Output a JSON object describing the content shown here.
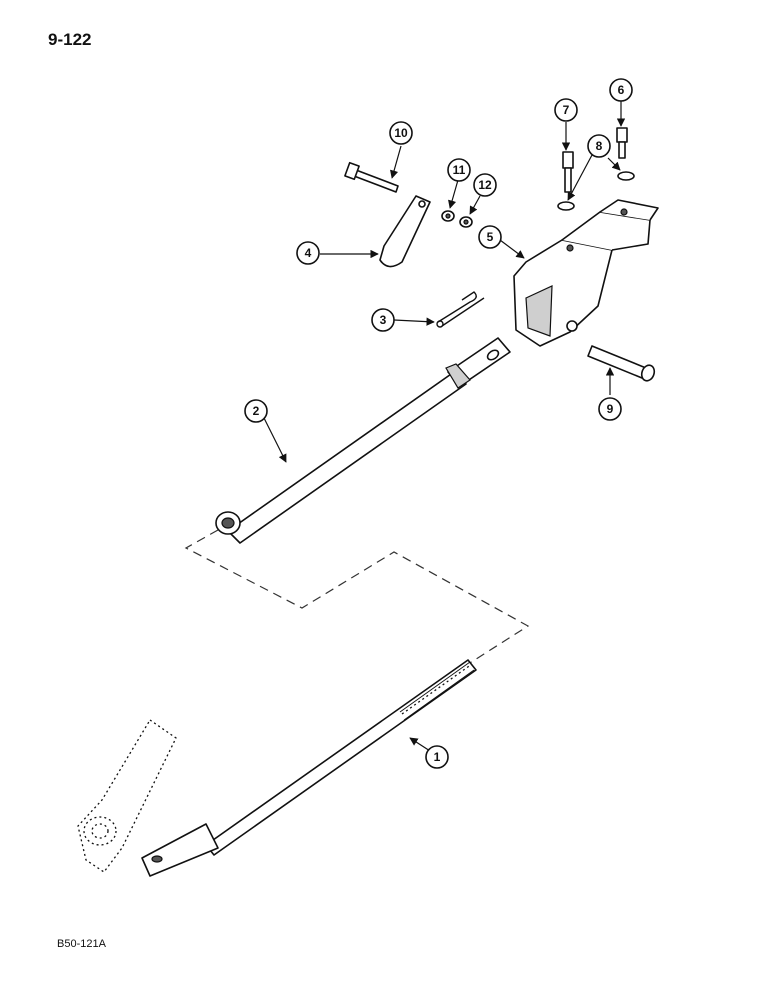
{
  "page_number": "9-122",
  "figure_code": "B50-121A",
  "callouts": [
    "1",
    "2",
    "3",
    "4",
    "5",
    "6",
    "7",
    "8",
    "9",
    "10",
    "11",
    "12"
  ]
}
